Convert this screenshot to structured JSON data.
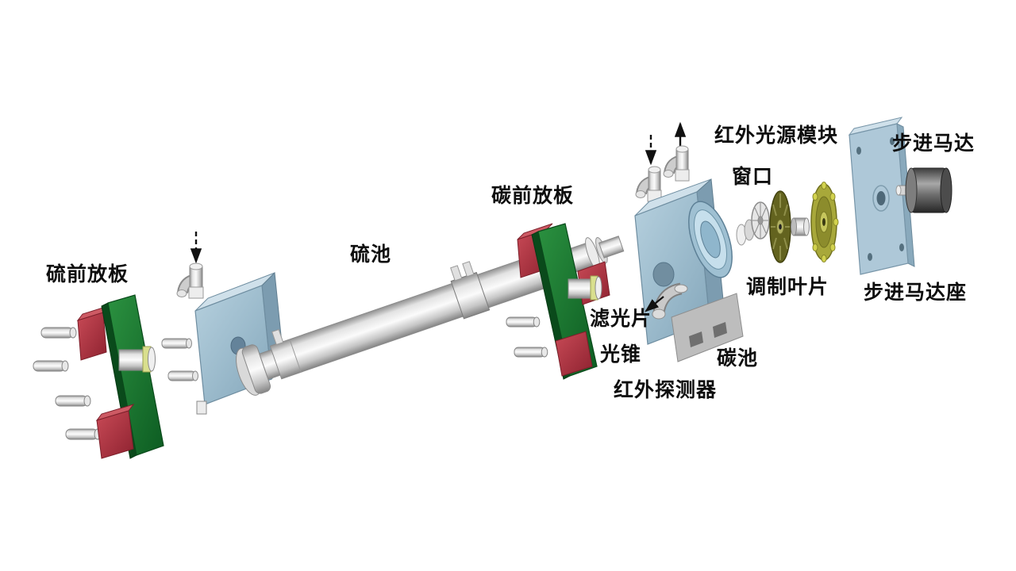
{
  "diagram": {
    "labels": {
      "sulfur_preamp": "硫前放板",
      "sulfur_cell": "硫池",
      "carbon_preamp": "碳前放板",
      "ir_source_module": "红外光源模块",
      "stepper_motor": "步进马达",
      "window": "窗口",
      "modulation_blade": "调制叶片",
      "stepper_motor_mount": "步进马达座",
      "filter": "滤光片",
      "light_cone": "光锥",
      "ir_detector": "红外探测器",
      "carbon_cell": "碳池"
    },
    "colors": {
      "pcb_green": "#1d7c31",
      "block_blue": "#9dbccd",
      "accent_red": "#b23440",
      "metal": "#cfcfcf",
      "olive": "#a8a83a",
      "motor_gray": "#5a5a5a",
      "background": "#ffffff"
    }
  }
}
